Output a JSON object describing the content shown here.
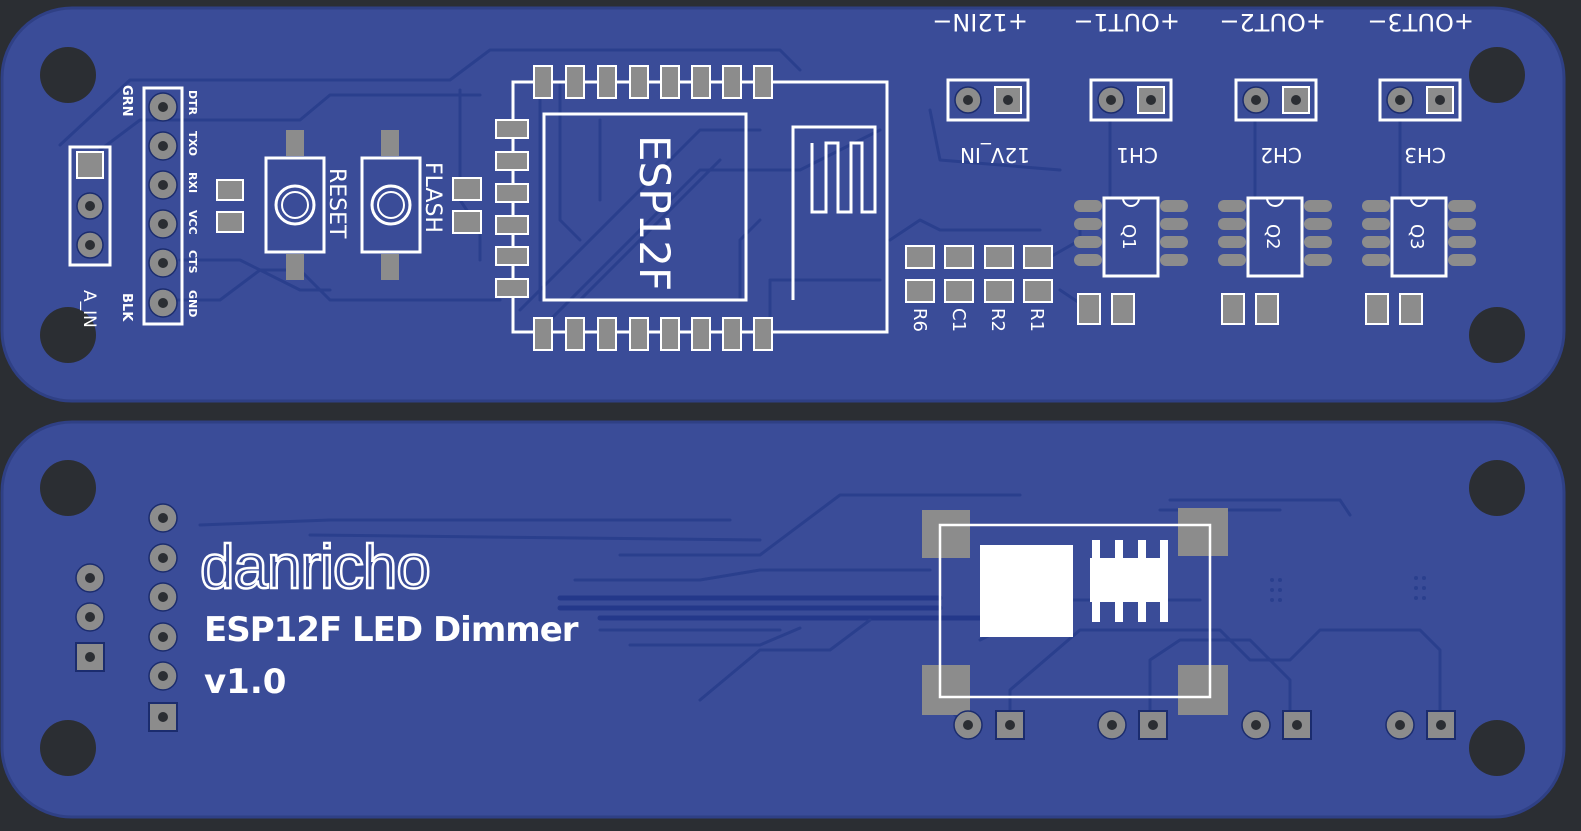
{
  "colors": {
    "board": "#3a4c98",
    "board_edge": "#2f4085",
    "background": "#2b2e33",
    "pad": "#8c8c8c",
    "silkscreen": "#ffffff",
    "trace": "#2a3f8d"
  },
  "top": {
    "connectors": [
      {
        "label": "+12IN−",
        "sublabel": "12V_IN"
      },
      {
        "label": "+OUT1−",
        "sublabel": "CH1"
      },
      {
        "label": "+OUT2−",
        "sublabel": "CH2"
      },
      {
        "label": "+OUT3−",
        "sublabel": "CH3"
      }
    ],
    "header_label_grn": "GRN",
    "header_label_blk": "BLK",
    "header_pins": [
      "DTR",
      "TXO",
      "RXI",
      "VCC",
      "CTS",
      "GND"
    ],
    "a_in_label": "A_IN",
    "reset_label": "RESET",
    "flash_label": "FLASH",
    "module_label": "ESP12F",
    "resistors": [
      "R6",
      "C1",
      "R2",
      "R1"
    ],
    "transistors": [
      "Q1",
      "Q2",
      "Q3"
    ]
  },
  "bottom": {
    "brand": "danricho",
    "product": "ESP12F LED Dimmer",
    "version": "v1.0"
  }
}
